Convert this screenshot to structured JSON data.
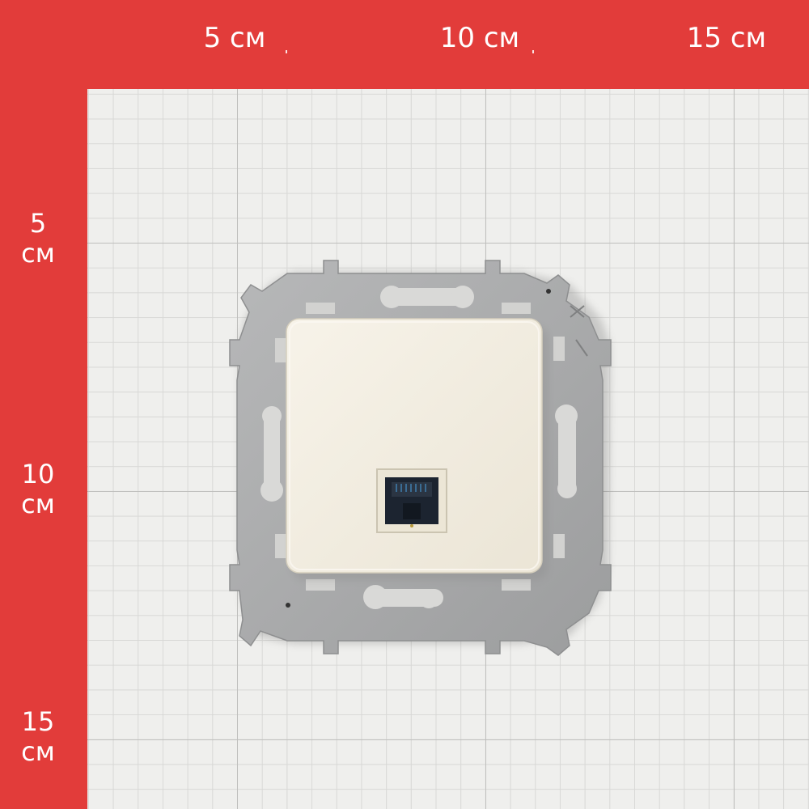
{
  "ruler": {
    "top": [
      {
        "value": "5 см"
      },
      {
        "value": "10 см"
      },
      {
        "value": "15 см"
      }
    ],
    "left": [
      {
        "num": "5",
        "unit": "см"
      },
      {
        "num": "10",
        "unit": "см"
      },
      {
        "num": "15",
        "unit": "см"
      }
    ]
  },
  "product": {
    "name": "rj45-socket-module",
    "frame_color": "#a9aaab",
    "plate_color": "#f4efe3",
    "jack_color": "#1c2430"
  },
  "colors": {
    "ruler_band": "#e23c3a",
    "grid_paper": "#efefed",
    "grid_major": "#bfbfbd",
    "grid_minor": "#d8d8d6"
  }
}
